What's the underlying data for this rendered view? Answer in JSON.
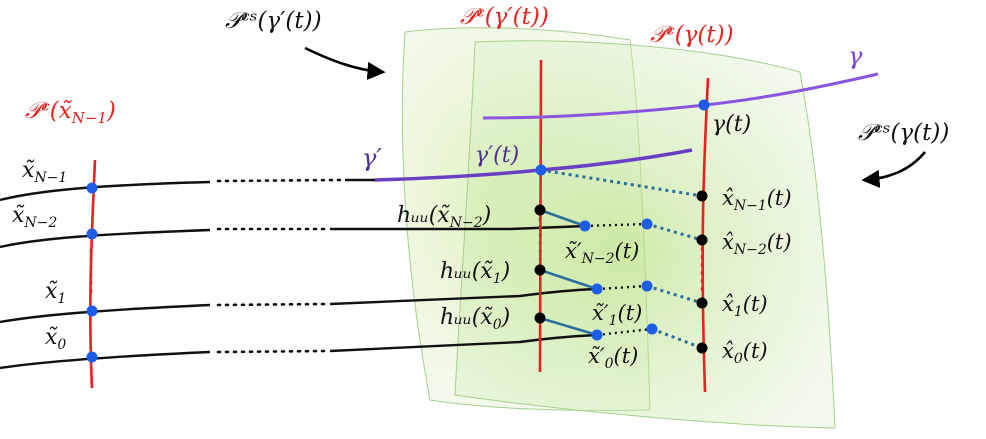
{
  "labels": {
    "pcs_gamma_prime": "𝒫ᶜˢ(γ′(t))",
    "pc_gamma_prime": "𝒫ᶜ(γ′(t))",
    "pc_gamma": "𝒫ᶜ(γ(t))",
    "pcs_gamma": "𝒫ᶜˢ(γ(t))",
    "pc_xn1": "𝒫ᶜ(x̃",
    "pc_xn1_sub": "N−1",
    "gamma": "γ",
    "gamma_prime": "γ′",
    "gamma_prime_t": "γ′(t)",
    "gamma_t": "γ(t)",
    "x_n1": "x̃",
    "x_n1_sub": "N−1",
    "x_n2": "x̃",
    "x_n2_sub": "N−2",
    "x_1": "x̃",
    "x_1_sub": "1",
    "x_0": "x̃",
    "x_0_sub": "0",
    "h_n2": "hᵤᵤ(x̃",
    "h_n2_sub": "N−2",
    "h_1": "hᵤᵤ(x̃",
    "h_1_sub": "1",
    "h_0": "hᵤᵤ(x̃",
    "h_0_sub": "0",
    "xp_n2": "x̃′",
    "xp_n2_sub": "N−2",
    "xp_1": "x̃′",
    "xp_1_sub": "1",
    "xp_0": "x̃′",
    "xp_0_sub": "0",
    "xh_n1": "x̂",
    "xh_n1_sub": "N−1",
    "xh_n2": "x̂",
    "xh_n2_sub": "N−2",
    "xh_1": "x̂",
    "xh_1_sub": "1",
    "xh_0": "x̂",
    "xh_0_sub": "0",
    "of_t": "(t)",
    "close": ")"
  },
  "colors": {
    "center_leaf": "#e8221e",
    "curve_gamma": "#8a55e0",
    "curve_gamma_prime": "#6a3fc4",
    "blue_dot": "#1f5ce6",
    "black_dot": "#000000",
    "teal_link": "#2a6f9e",
    "plaque_fill": "#c8e8b0"
  }
}
